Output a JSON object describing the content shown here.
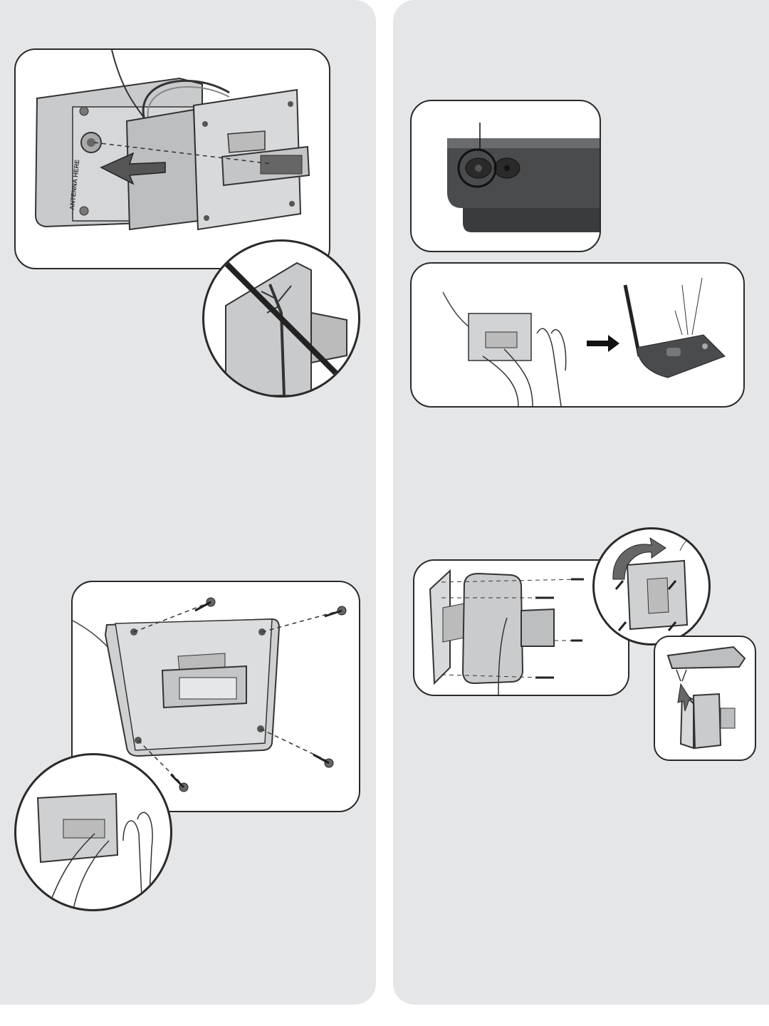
{
  "step_images": {
    "antenna_install": {
      "label_text": "ANTENNA HERE",
      "arrow_icon": "insert-arrow",
      "no_symbol_icon": "prohibited"
    },
    "receiver_button": {
      "highlight_icon": "circle-highlight"
    },
    "pairing": {
      "direction_icon": "right-arrow"
    },
    "mount_screws": {
      "screw_count": 4
    },
    "bracket_mount": {
      "rotate_icon": "curved-arrow"
    }
  }
}
